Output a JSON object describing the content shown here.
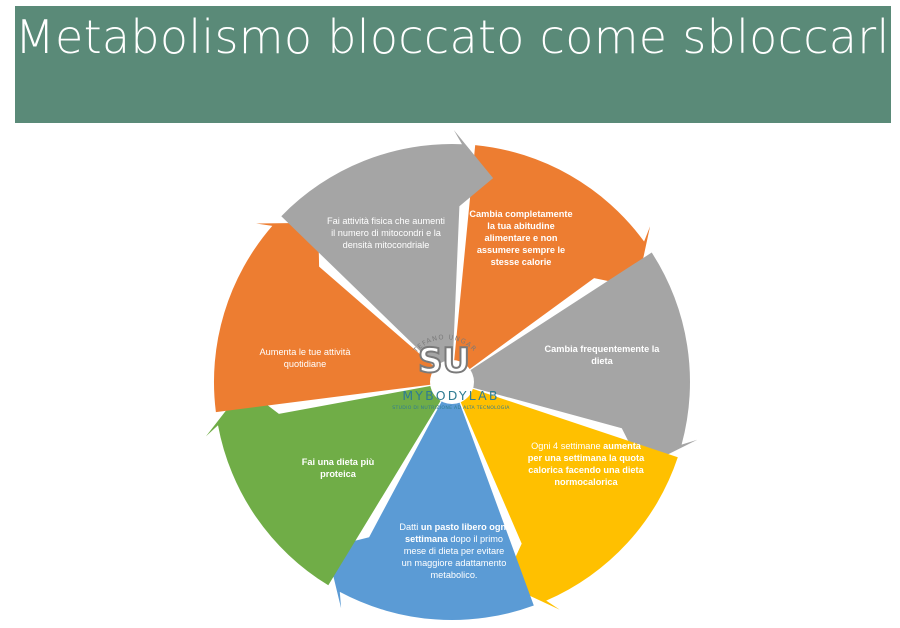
{
  "title": "Metabolismo bloccato come sbloccarlo",
  "colors": {
    "title_bg": "#5a8a78",
    "orange": "#ed7d31",
    "gray": "#a5a5a5",
    "gold": "#ffc000",
    "blue": "#5b9bd5",
    "green": "#70ad47"
  },
  "segments": [
    {
      "color": "orange",
      "text_color": "#ffffff",
      "parts": [
        {
          "t": "Cambia completamente la tua abitudine alimentare e non assumere sempre le stesse calorie",
          "b": true
        }
      ]
    },
    {
      "color": "gray",
      "text_color": "#ffffff",
      "parts": [
        {
          "t": "Cambia frequentemente la dieta",
          "b": true
        }
      ]
    },
    {
      "color": "gold",
      "text_color": "#ffffff",
      "parts": [
        {
          "t": "Ogni 4",
          "b": false
        },
        {
          "t": " settimane ",
          "b": false
        },
        {
          "t": "aumenta per una settimana la quota calorica facendo una dieta normocalorica",
          "b": true
        }
      ]
    },
    {
      "color": "blue",
      "text_color": "#ffffff",
      "parts": [
        {
          "t": "Datti ",
          "b": false
        },
        {
          "t": "un pasto libero ogni settimana",
          "b": true
        },
        {
          "t": " dopo il primo mese di dieta per evitare un maggiore adattamento metabolico.",
          "b": false
        }
      ]
    },
    {
      "color": "green",
      "text_color": "#ffffff",
      "parts": [
        {
          "t": "Fai una dieta più proteica",
          "b": true
        }
      ]
    },
    {
      "color": "orange",
      "text_color": "#ffffff",
      "parts": [
        {
          "t": "Aumenta le tue attività quotidiane",
          "b": false
        }
      ]
    },
    {
      "color": "gray",
      "text_color": "#ffffff",
      "parts": [
        {
          "t": "Fai attività fisica che aumenti il numero di mitocondri e la densità mitocondriale",
          "b": false
        }
      ]
    }
  ],
  "logo": {
    "monogram": "SU",
    "name": "MYBODYLAB",
    "arc_text": "STEFANO UNGARO",
    "tagline": "STUDIO DI NUTRIZIONE AD ALTA TECNOLOGIA"
  }
}
